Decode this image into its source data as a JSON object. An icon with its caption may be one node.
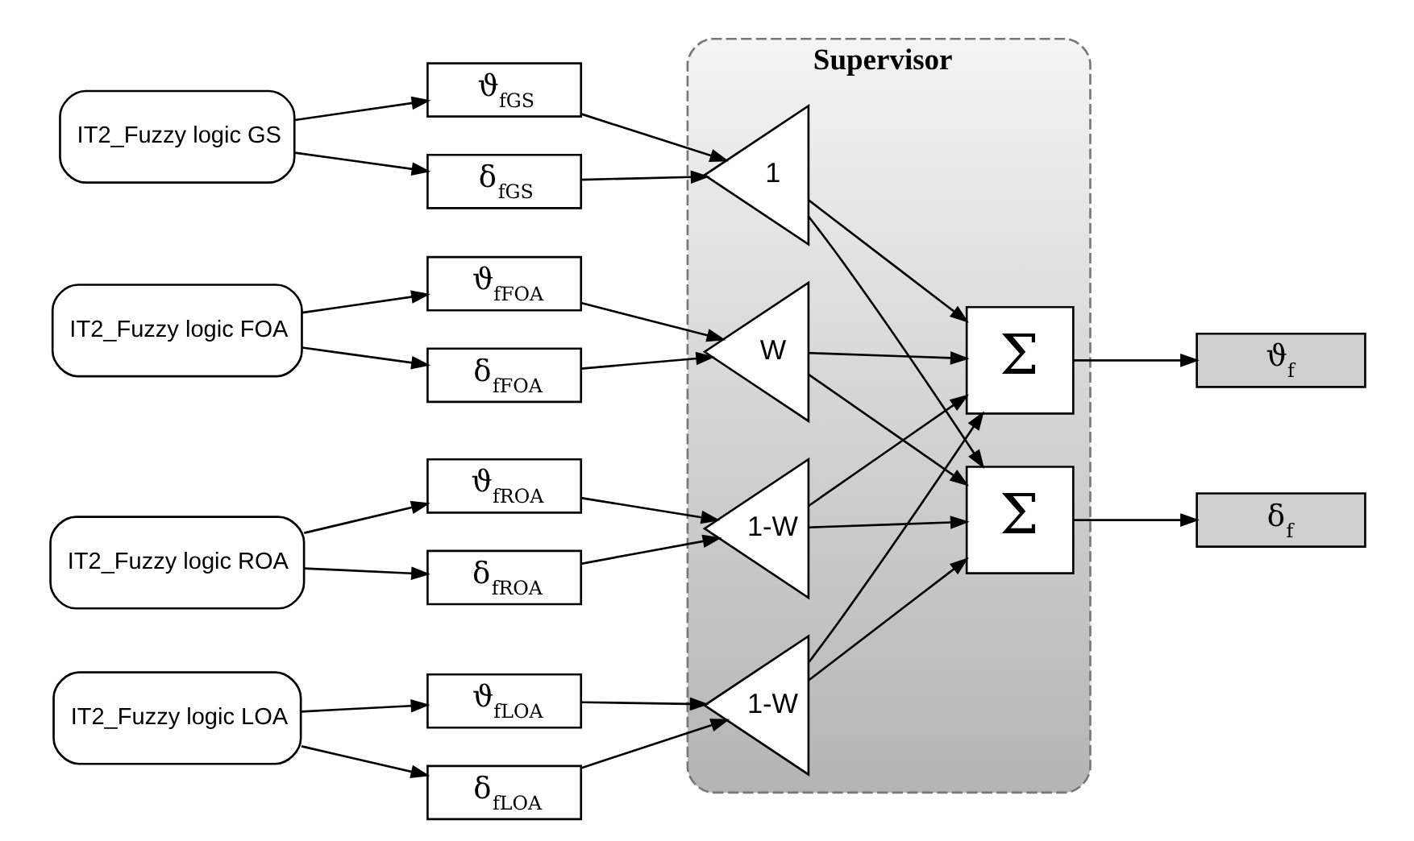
{
  "diagram": {
    "nodes": [
      {
        "text": [
          "Supervisor"
        ]
      },
      {
        "text": [
          "IT2_Fuzzy logic GS"
        ]
      },
      {
        "text": [
          "IT2_Fuzzy logic FOA"
        ]
      },
      {
        "text": [
          "IT2_Fuzzy logic ROA"
        ]
      },
      {
        "text": [
          "IT2_Fuzzy logic LOA"
        ]
      },
      {
        "text": [
          "ϑ$_{fGS}$"
        ]
      },
      {
        "text": [
          "δ$_{fGS}$"
        ]
      },
      {
        "text": [
          "ϑ$_{fFOA}$"
        ]
      },
      {
        "text": [
          "δ$_{fFOA}$"
        ]
      },
      {
        "text": [
          "ϑ$_{fROA}$"
        ]
      },
      {
        "text": [
          "δ$_{fROA}$"
        ]
      },
      {
        "text": [
          "ϑ$_{fLOA}$"
        ]
      },
      {
        "text": [
          "δ$_{fLOA}$"
        ]
      },
      {
        "text": [
          "1"
        ],
        "in": 0
      },
      {
        "text": [
          "W"
        ],
        "in": 0
      },
      {
        "text": [
          "1-W"
        ],
        "in": 0
      },
      {
        "text": [
          "1-W"
        ],
        "in": 0
      },
      {
        "text": [
          "Σ"
        ],
        "in": 0
      },
      {
        "text": [
          "Σ"
        ],
        "in": 0
      },
      {
        "text": [
          "ϑ$_{f}$"
        ]
      },
      {
        "text": [
          "δ$_{f}$"
        ]
      }
    ],
    "edges": [
      {
        "from": 1,
        "to": 5,
        "arrow": "to"
      },
      {
        "from": 1,
        "to": 6,
        "arrow": "to"
      },
      {
        "from": 2,
        "to": 7,
        "arrow": "to"
      },
      {
        "from": 2,
        "to": 8,
        "arrow": "to"
      },
      {
        "from": 3,
        "to": 9,
        "arrow": "to"
      },
      {
        "from": 3,
        "to": 10,
        "arrow": "to"
      },
      {
        "from": 4,
        "to": 11,
        "arrow": "to"
      },
      {
        "from": 4,
        "to": 12,
        "arrow": "to"
      },
      {
        "from": 5,
        "to": 13,
        "arrow": "to"
      },
      {
        "from": 6,
        "to": 13,
        "arrow": "to"
      },
      {
        "from": 7,
        "to": 14,
        "arrow": "to"
      },
      {
        "from": 8,
        "to": 14,
        "arrow": "to"
      },
      {
        "from": 9,
        "to": 15,
        "arrow": "to"
      },
      {
        "from": 10,
        "to": 15,
        "arrow": "to"
      },
      {
        "from": 11,
        "to": 16,
        "arrow": "to"
      },
      {
        "from": 12,
        "to": 16,
        "arrow": "to"
      },
      {
        "from": 13,
        "to": 17,
        "arrow": "to"
      },
      {
        "from": 13,
        "to": 18,
        "arrow": "to"
      },
      {
        "from": 14,
        "to": 17,
        "arrow": "to"
      },
      {
        "from": 14,
        "to": 18,
        "arrow": "to"
      },
      {
        "from": 15,
        "to": 17,
        "arrow": "to"
      },
      {
        "from": 15,
        "to": 18,
        "arrow": "to"
      },
      {
        "from": 16,
        "to": 17,
        "arrow": "to"
      },
      {
        "from": 16,
        "to": 18,
        "arrow": "to"
      },
      {
        "from": 17,
        "to": 19,
        "arrow": "to"
      },
      {
        "from": 18,
        "to": 20,
        "arrow": "to"
      }
    ]
  }
}
